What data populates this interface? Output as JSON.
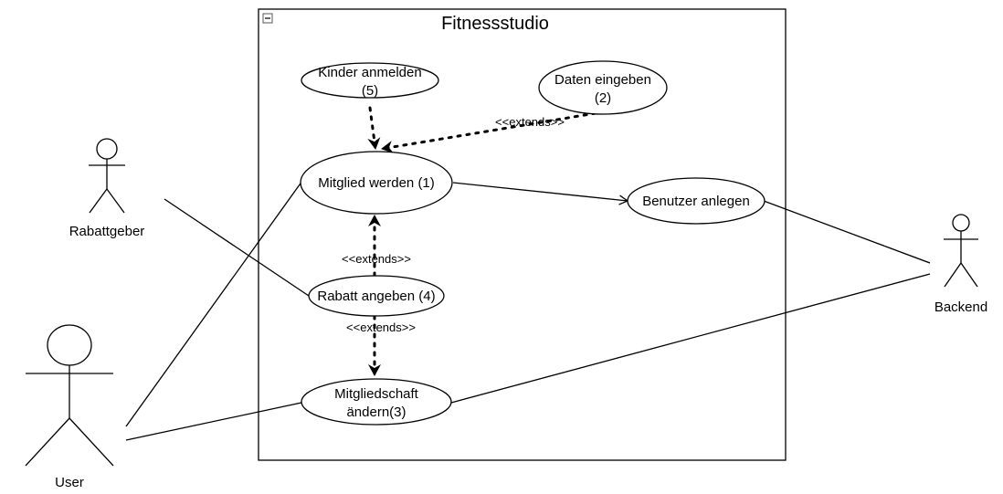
{
  "system": {
    "title": "Fitnessstudio",
    "collapse_glyph": "−"
  },
  "use_cases": {
    "kinder_anmelden": {
      "line1": "Kinder anmelden",
      "line2": "(5)"
    },
    "daten_eingeben": {
      "line1": "Daten eingeben",
      "line2": "(2)"
    },
    "mitglied_werden": {
      "line1": "Mitglied werden (1)"
    },
    "benutzer_anlegen": {
      "line1": "Benutzer anlegen"
    },
    "rabatt_angeben": {
      "line1": "Rabatt angeben (4)"
    },
    "mitgliedschaft_aendern": {
      "line1": "Mitgliedschaft",
      "line2": "ändern(3)"
    }
  },
  "actors": {
    "rabattgeber": "Rabattgeber",
    "user": "User",
    "backend": "Backend"
  },
  "relations": {
    "extends_label": "<<extends>>"
  },
  "colors": {
    "stroke": "#000000",
    "background": "#ffffff"
  }
}
